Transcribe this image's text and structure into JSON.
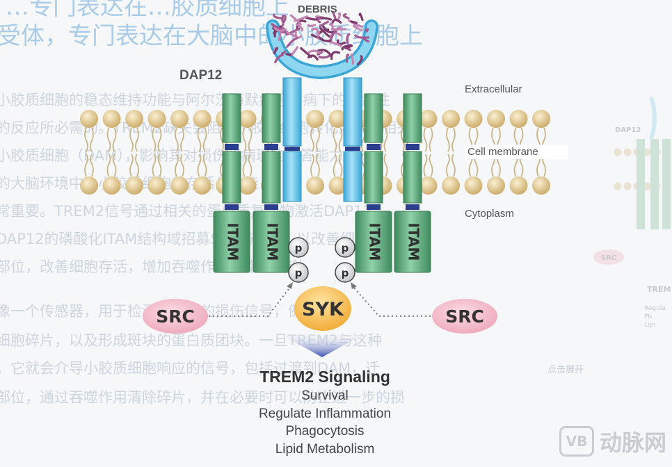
{
  "background_text": {
    "heading_line1": "…专门表达在…胶质细胞上",
    "heading_line2": "受体，专门表达在大脑中的小胶质细胞上",
    "body_lines": [
      "小胶质细胞的稳态维持功能与阿尔茨海默病等疾病下的炎症性",
      "的反应所必需的。TREM2缺失会阻止小胶质细胞转化为疾病相关",
      "小胶质细胞（DAM），影响其对损伤和病理的应答能力，",
      "的大脑环境中，小胶质细胞的存活与功能",
      "常重要。TREM2信号通过相关的蛋白质复合物激活DAP12",
      "DAP12的磷酸化ITAM结构域招募SRC与SYK，以改善细胞迁",
      "部位，改善细胞存活，增加吞噬作用和脂质代谢。",
      "像一个传感器，用于检测大脑中的损伤信号，例如来",
      "细胞碎片，以及形成斑块的蛋白质团块。一旦TREM2与这种",
      "，它就会介导小胶质细胞响应的信号，包括过渡到DAM，迁",
      "部位，通过吞噬作用清除碎片，并在必要时可以防止进一步的损"
    ]
  },
  "diagram": {
    "debris_label": "DEBRIS",
    "dap12_label": "DAP12",
    "regions": {
      "extracellular": "Extracellular",
      "membrane": "Cell membrane",
      "cytoplasm": "Cytoplasm"
    },
    "itam_label": "ITAM",
    "phospho_label": "p",
    "syk_label": "SYK",
    "src_label": "SRC",
    "signaling_title": "TREM2 Signaling",
    "signaling_outcomes": [
      "Survival",
      "Regulate Inflammation",
      "Phagocytosis",
      "Lipid Metabolism"
    ],
    "colors": {
      "dap12_green": "#5fa87d",
      "trem2_blue": "#64c3e8",
      "debris_purple": "#9a4f86",
      "syk_orange": "#f5b53f",
      "src_pink": "#f2b6c4",
      "lipid_head": "#d9c08a"
    }
  },
  "thumbnail": {
    "label": "DAP12",
    "src_label": "SRC",
    "trem_label": "TREM",
    "lines": [
      "Regula",
      "Ph",
      "Lipi"
    ],
    "expand_button": "点击展开"
  },
  "watermark": {
    "logo": "VB",
    "text": "动脉网"
  }
}
